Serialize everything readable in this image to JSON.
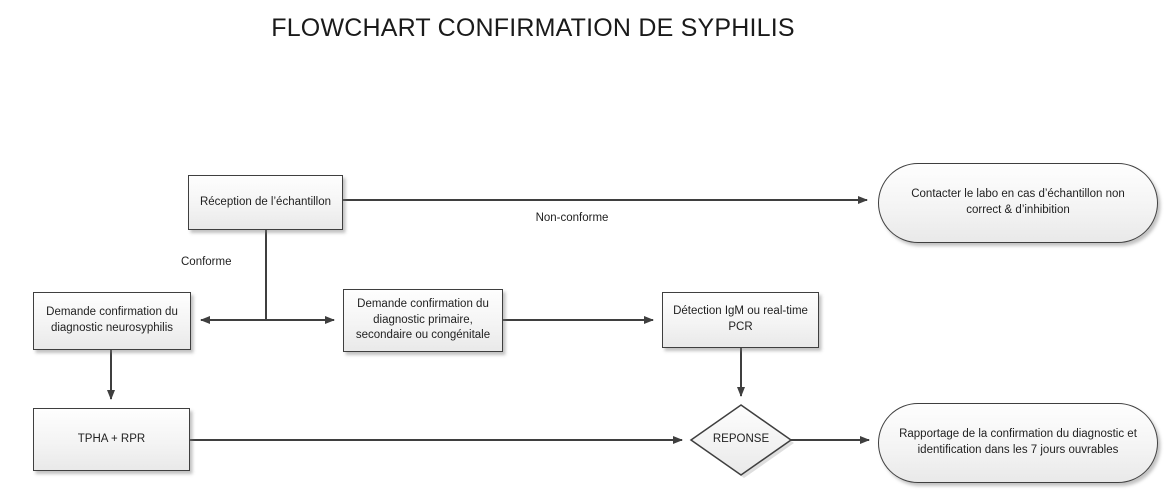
{
  "title": "FLOWCHART CONFIRMATION DE SYPHILIS",
  "nodes": {
    "reception": {
      "label": "Réception de l’échantillon",
      "shape": "rectangle"
    },
    "contact_labo": {
      "label": "Contacter le labo en cas d’échantillon non correct & d’inhibition",
      "shape": "stadium"
    },
    "neurosyphilis": {
      "label": "Demande confirmation du diagnostic neurosyphilis",
      "shape": "rectangle"
    },
    "primaire": {
      "label": "Demande confirmation du diagnostic primaire, secondaire ou congénitale",
      "shape": "rectangle"
    },
    "detection": {
      "label": "Détection IgM ou real-time PCR",
      "shape": "rectangle"
    },
    "tpha": {
      "label": "TPHA + RPR",
      "shape": "rectangle"
    },
    "reponse": {
      "label": "REPONSE",
      "shape": "diamond"
    },
    "rapportage": {
      "label": "Rapportage de la confirmation du diagnostic et identification dans les 7 jours ouvrables",
      "shape": "stadium"
    }
  },
  "edge_labels": {
    "non_conforme": "Non-conforme",
    "conforme": "Conforme"
  },
  "edges": [
    {
      "from": "reception",
      "to": "contact_labo",
      "label": "Non-conforme"
    },
    {
      "from": "reception",
      "to": "neurosyphilis",
      "label": "Conforme"
    },
    {
      "from": "reception",
      "to": "primaire",
      "label": "Conforme"
    },
    {
      "from": "primaire",
      "to": "detection",
      "label": ""
    },
    {
      "from": "detection",
      "to": "reponse",
      "label": ""
    },
    {
      "from": "neurosyphilis",
      "to": "tpha",
      "label": ""
    },
    {
      "from": "tpha",
      "to": "reponse",
      "label": ""
    },
    {
      "from": "reponse",
      "to": "rapportage",
      "label": ""
    }
  ],
  "colors": {
    "line": "#3f3f3f",
    "node_border": "#3f3f3f",
    "node_fill_top": "#fefefe",
    "node_fill_bottom": "#e9e9e9",
    "text": "#1f1f1f",
    "background": "#ffffff"
  }
}
